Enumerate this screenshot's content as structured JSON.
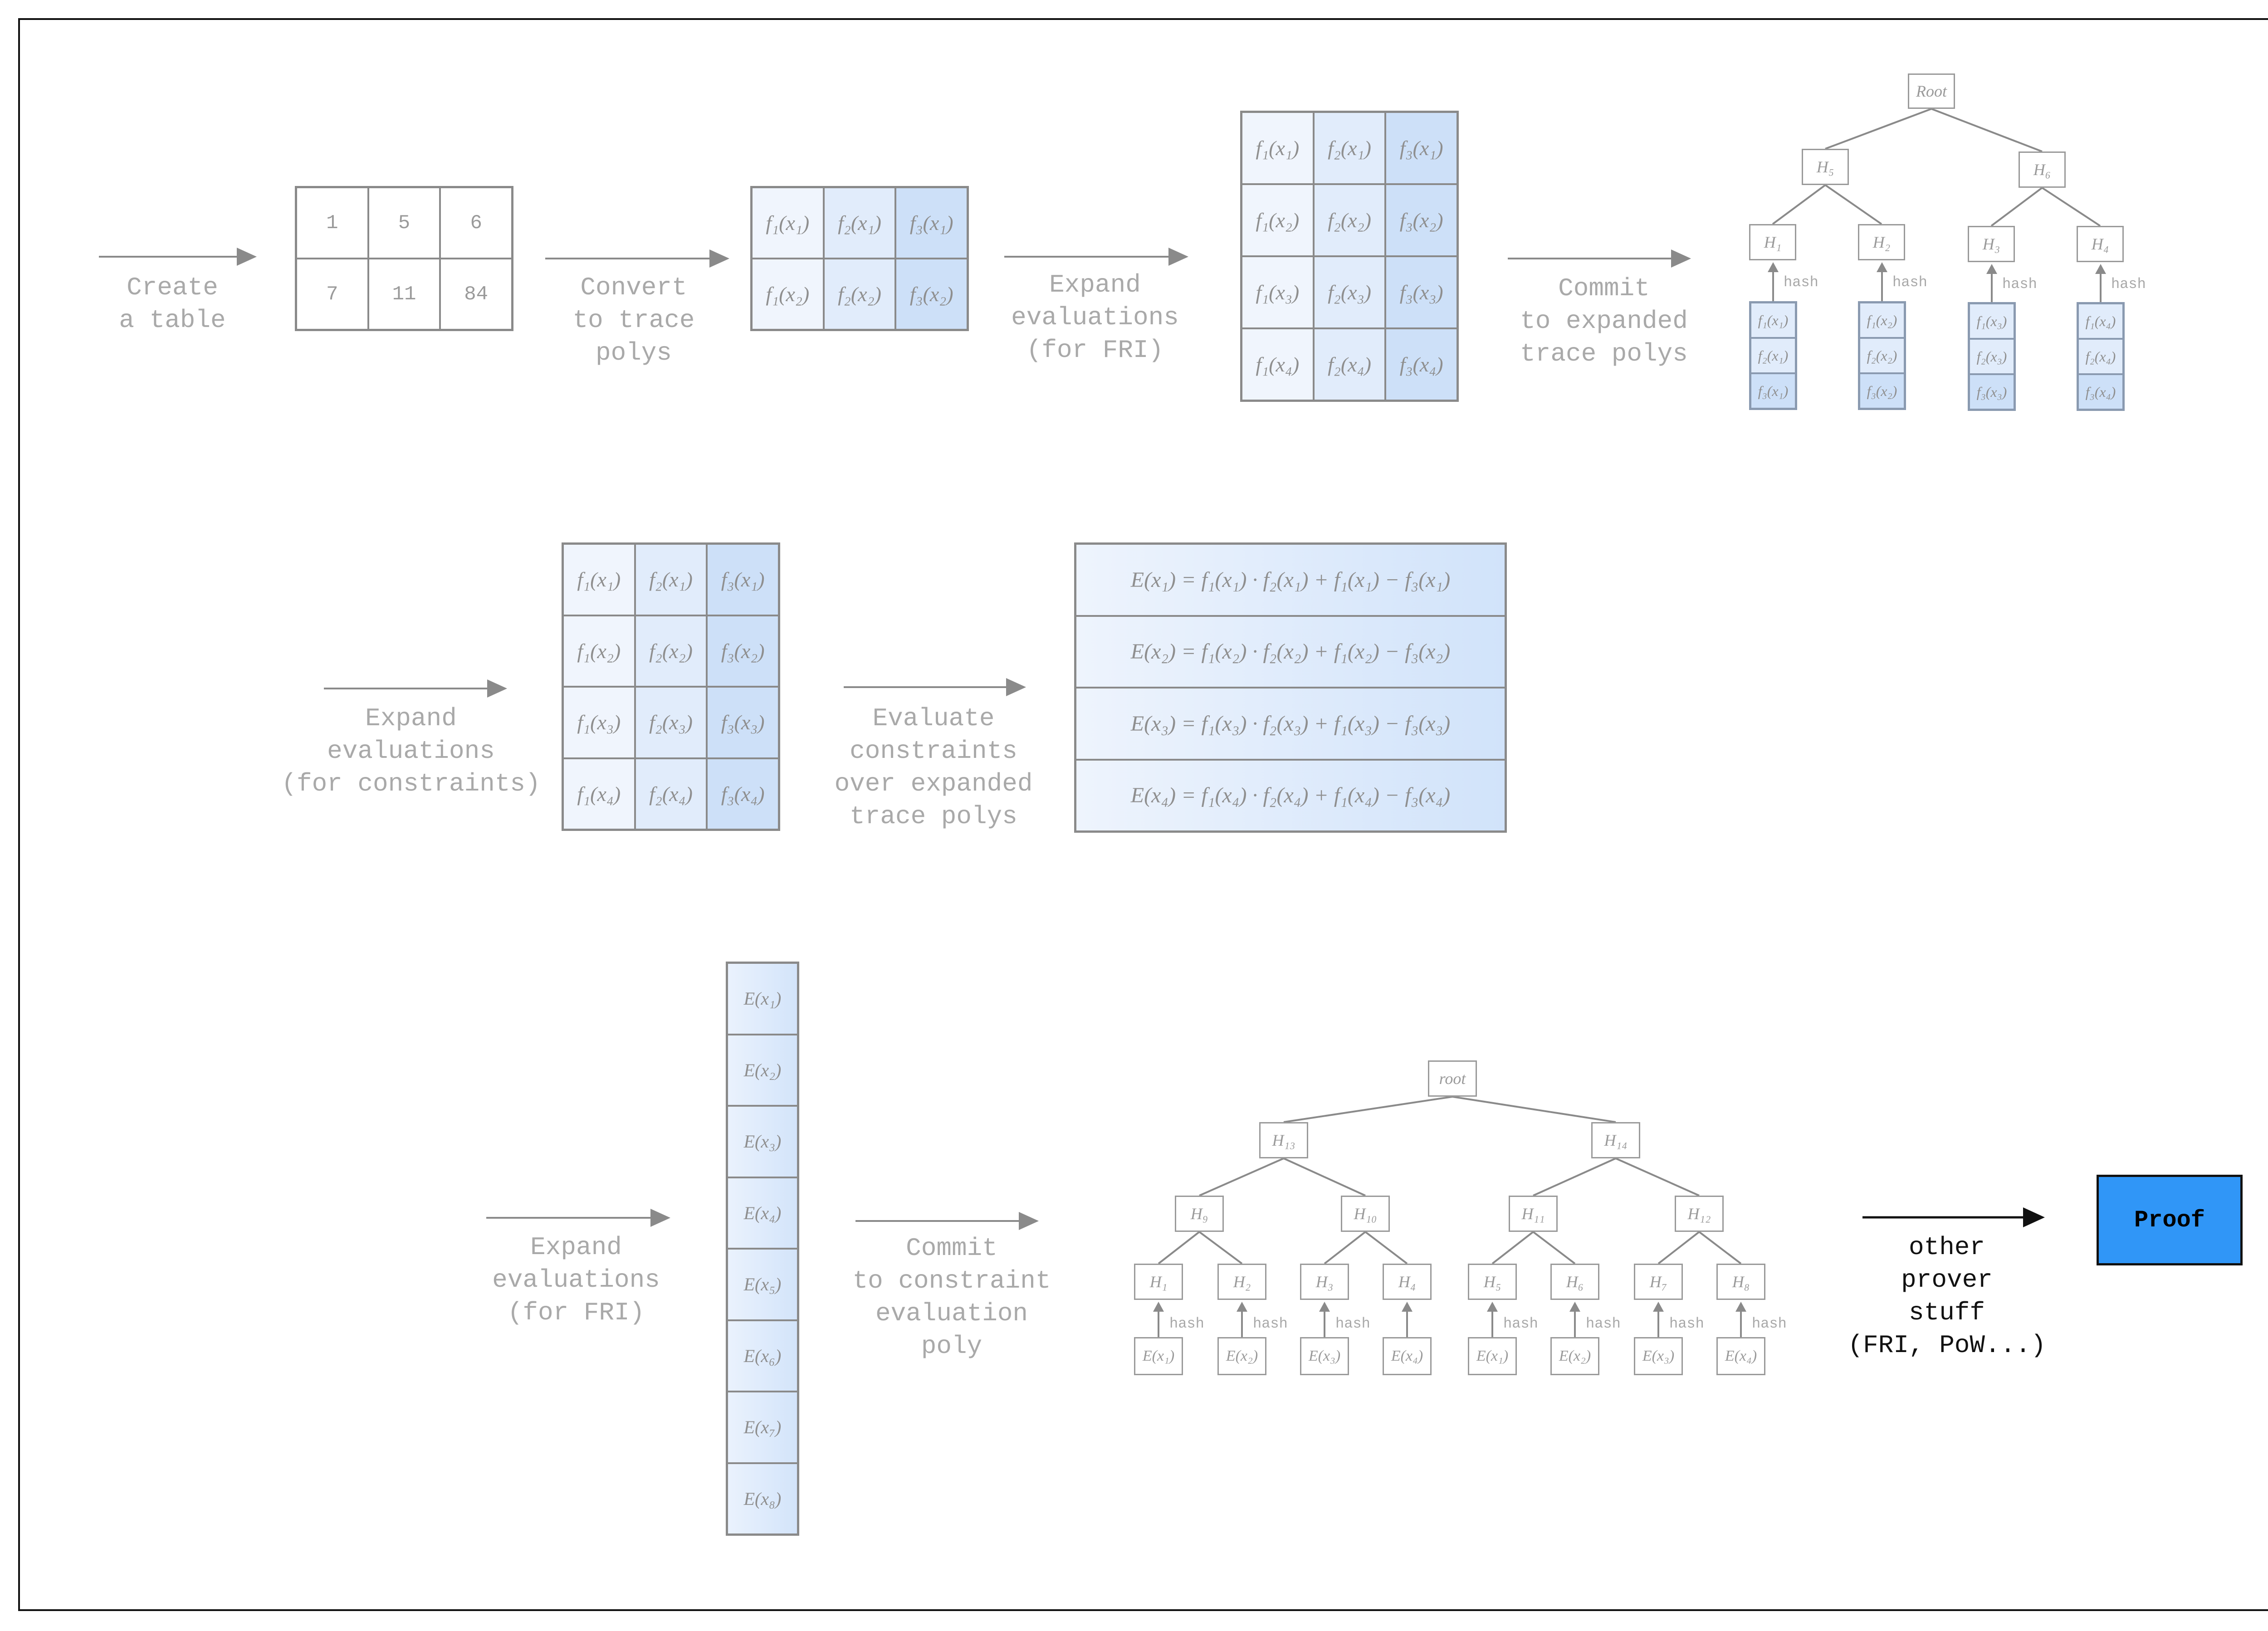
{
  "labels": {
    "create_table": [
      "Create",
      "a table"
    ],
    "convert": [
      "Convert",
      "to trace",
      "polys"
    ],
    "expand_fri_1": [
      "Expand",
      "evaluations",
      "(for FRI)"
    ],
    "commit_trace": [
      "Commit",
      "to expanded",
      "trace polys"
    ],
    "expand_constraints": [
      "Expand",
      "evaluations",
      "(for constraints)"
    ],
    "evaluate_constraints": [
      "Evaluate",
      "constraints",
      "over expanded",
      "trace polys"
    ],
    "expand_fri_2": [
      "Expand",
      "evaluations",
      "(for FRI)"
    ],
    "commit_constraint": [
      "Commit",
      "to constraint",
      "evaluation",
      "poly"
    ],
    "other": [
      "other",
      "prover",
      "stuff",
      "(FRI, PoW...)"
    ]
  },
  "table_values": [
    [
      "1",
      "5",
      "6"
    ],
    [
      "7",
      "11",
      "84"
    ]
  ],
  "trace_2": [
    [
      "f₁(x₁)",
      "f₂(x₁)",
      "f₃(x₁)"
    ],
    [
      "f₁(x₂)",
      "f₂(x₂)",
      "f₃(x₂)"
    ]
  ],
  "trace_4": [
    [
      "f₁(x₁)",
      "f₂(x₁)",
      "f₃(x₁)"
    ],
    [
      "f₁(x₂)",
      "f₂(x₂)",
      "f₃(x₂)"
    ],
    [
      "f₁(x₃)",
      "f₂(x₃)",
      "f₃(x₃)"
    ],
    [
      "f₁(x₄)",
      "f₂(x₄)",
      "f₃(x₄)"
    ]
  ],
  "constraints": [
    "E(x₁) = f₁(x₁) · f₂(x₁) + f₁(x₁) − f₃(x₁)",
    "E(x₂) = f₁(x₂) · f₂(x₂) + f₁(x₂) − f₃(x₂)",
    "E(x₃) = f₁(x₃) · f₂(x₃) + f₁(x₃) − f₃(x₃)",
    "E(x₄) = f₁(x₄) · f₂(x₄) + f₁(x₄) − f₃(x₄)"
  ],
  "e_column": [
    "E(x₁)",
    "E(x₂)",
    "E(x₃)",
    "E(x₄)",
    "E(x₅)",
    "E(x₆)",
    "E(x₇)",
    "E(x₈)"
  ],
  "tree1": {
    "root": "Root",
    "level1": [
      "H₅",
      "H₆"
    ],
    "level2": [
      "H₁",
      "H₂",
      "H₃",
      "H₄"
    ],
    "hash_label": "hash",
    "leaves": [
      [
        "f₁(x₁)",
        "f₂(x₁)",
        "f₃(x₁)"
      ],
      [
        "f₁(x₂)",
        "f₂(x₂)",
        "f₃(x₂)"
      ],
      [
        "f₁(x₃)",
        "f₂(x₃)",
        "f₃(x₃)"
      ],
      [
        "f₁(x₄)",
        "f₂(x₄)",
        "f₃(x₄)"
      ]
    ]
  },
  "tree2": {
    "root": "root",
    "level1": [
      "H₁₃",
      "H₁₄"
    ],
    "level2": [
      "H₉",
      "H₁₀",
      "H₁₁",
      "H₁₂"
    ],
    "level3": [
      "H₁",
      "H₂",
      "H₃",
      "H₄",
      "H₅",
      "H₆",
      "H₇",
      "H₈"
    ],
    "hash_label": "hash",
    "leaves": [
      "E(x₁)",
      "E(x₂)",
      "E(x₃)",
      "E(x₄)",
      "E(x₁)",
      "E(x₂)",
      "E(x₃)",
      "E(x₄)"
    ]
  },
  "proof_label": "Proof"
}
